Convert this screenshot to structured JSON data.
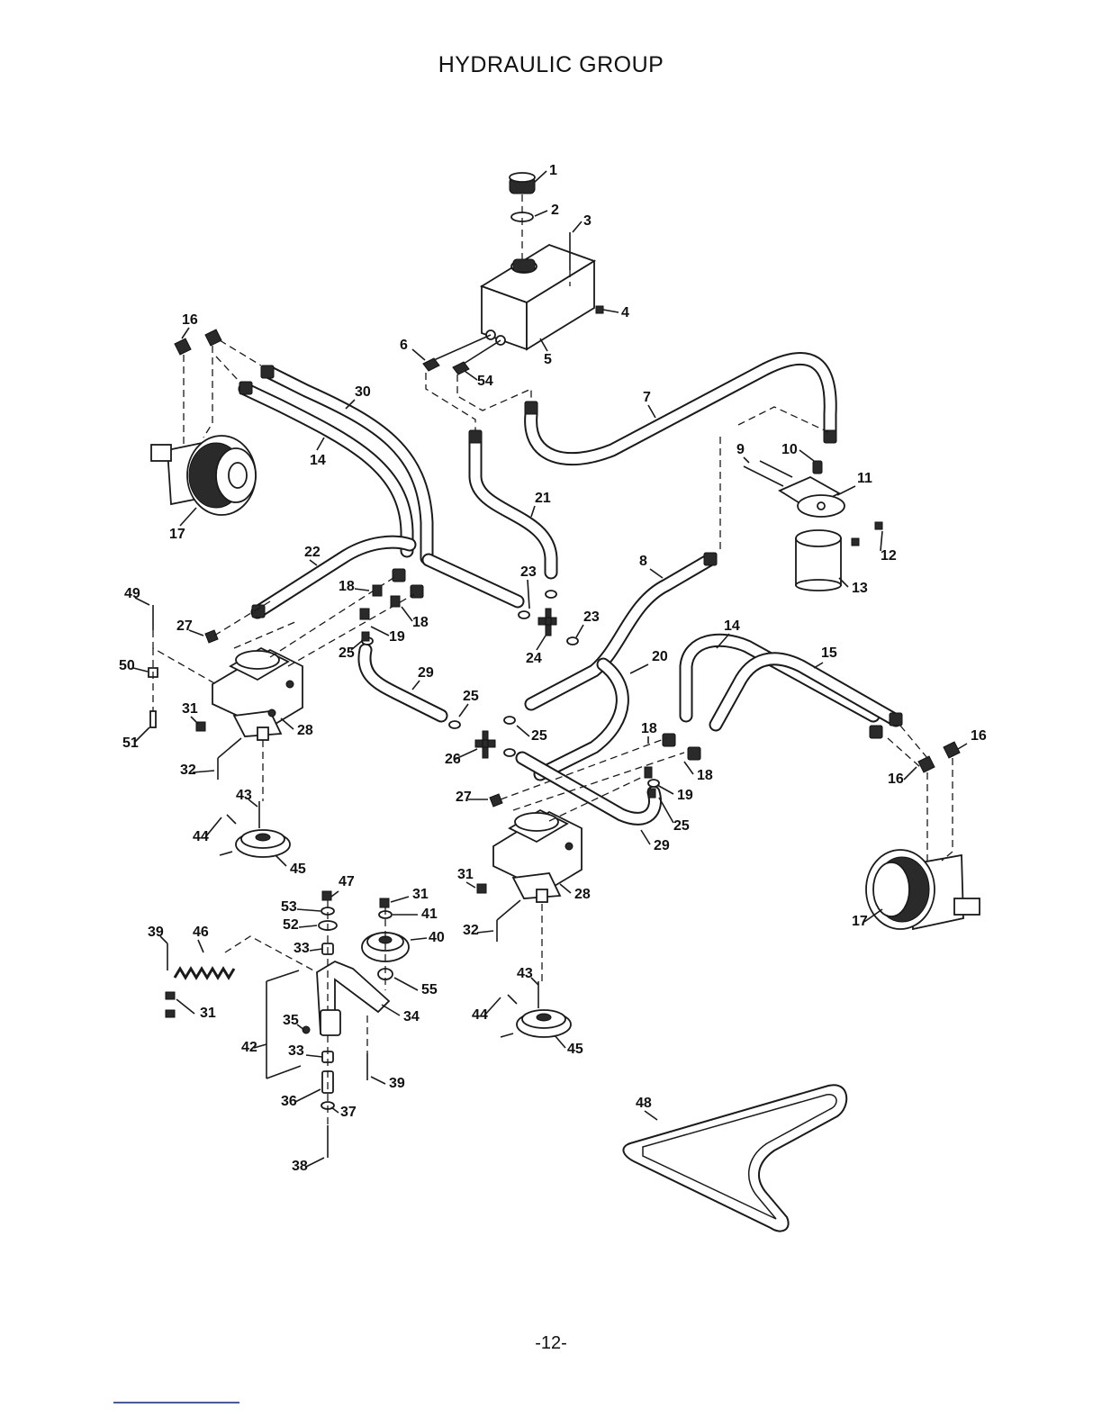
{
  "page": {
    "title": "HYDRAULIC GROUP",
    "page_number": "-12-"
  },
  "diagram": {
    "callouts": [
      {
        "id": "c1",
        "label": "1"
      },
      {
        "id": "c2",
        "label": "2"
      },
      {
        "id": "c3",
        "label": "3"
      },
      {
        "id": "c4",
        "label": "4"
      },
      {
        "id": "c5",
        "label": "5"
      },
      {
        "id": "c6",
        "label": "6"
      },
      {
        "id": "c54",
        "label": "54"
      },
      {
        "id": "c7",
        "label": "7"
      },
      {
        "id": "c16a",
        "label": "16"
      },
      {
        "id": "c30",
        "label": "30"
      },
      {
        "id": "c14a",
        "label": "14"
      },
      {
        "id": "c17a",
        "label": "17"
      },
      {
        "id": "c21",
        "label": "21"
      },
      {
        "id": "c9",
        "label": "9"
      },
      {
        "id": "c10",
        "label": "10"
      },
      {
        "id": "c11",
        "label": "11"
      },
      {
        "id": "c12",
        "label": "12"
      },
      {
        "id": "c13",
        "label": "13"
      },
      {
        "id": "c22",
        "label": "22"
      },
      {
        "id": "c8",
        "label": "8"
      },
      {
        "id": "c23a",
        "label": "23"
      },
      {
        "id": "c23b",
        "label": "23"
      },
      {
        "id": "c24",
        "label": "24"
      },
      {
        "id": "c49",
        "label": "49"
      },
      {
        "id": "c18a",
        "label": "18"
      },
      {
        "id": "c18b",
        "label": "18"
      },
      {
        "id": "c27a",
        "label": "27"
      },
      {
        "id": "c19a",
        "label": "19"
      },
      {
        "id": "c25a",
        "label": "25"
      },
      {
        "id": "c14b",
        "label": "14"
      },
      {
        "id": "c15",
        "label": "15"
      },
      {
        "id": "c50",
        "label": "50"
      },
      {
        "id": "c29a",
        "label": "29"
      },
      {
        "id": "c20",
        "label": "20"
      },
      {
        "id": "c25b",
        "label": "25"
      },
      {
        "id": "c31a",
        "label": "31"
      },
      {
        "id": "c28a",
        "label": "28"
      },
      {
        "id": "c51",
        "label": "51"
      },
      {
        "id": "c25c",
        "label": "25"
      },
      {
        "id": "c26",
        "label": "26"
      },
      {
        "id": "c18c",
        "label": "18"
      },
      {
        "id": "c16b",
        "label": "16"
      },
      {
        "id": "c16c",
        "label": "16"
      },
      {
        "id": "c32a",
        "label": "32"
      },
      {
        "id": "c18d",
        "label": "18"
      },
      {
        "id": "c19b",
        "label": "19"
      },
      {
        "id": "c43a",
        "label": "43"
      },
      {
        "id": "c27b",
        "label": "27"
      },
      {
        "id": "c25d",
        "label": "25"
      },
      {
        "id": "c44a",
        "label": "44"
      },
      {
        "id": "c29b",
        "label": "29"
      },
      {
        "id": "c45a",
        "label": "45"
      },
      {
        "id": "c47",
        "label": "47"
      },
      {
        "id": "c31b",
        "label": "31"
      },
      {
        "id": "c31c",
        "label": "31"
      },
      {
        "id": "c28b",
        "label": "28"
      },
      {
        "id": "c17b",
        "label": "17"
      },
      {
        "id": "c53",
        "label": "53"
      },
      {
        "id": "c41",
        "label": "41"
      },
      {
        "id": "c52",
        "label": "52"
      },
      {
        "id": "c32b",
        "label": "32"
      },
      {
        "id": "c39a",
        "label": "39"
      },
      {
        "id": "c46",
        "label": "46"
      },
      {
        "id": "c40",
        "label": "40"
      },
      {
        "id": "c33a",
        "label": "33"
      },
      {
        "id": "c43b",
        "label": "43"
      },
      {
        "id": "c55",
        "label": "55"
      },
      {
        "id": "c31d",
        "label": "31"
      },
      {
        "id": "c35",
        "label": "35"
      },
      {
        "id": "c34",
        "label": "34"
      },
      {
        "id": "c44b",
        "label": "44"
      },
      {
        "id": "c42",
        "label": "42"
      },
      {
        "id": "c33b",
        "label": "33"
      },
      {
        "id": "c45b",
        "label": "45"
      },
      {
        "id": "c39b",
        "label": "39"
      },
      {
        "id": "c36",
        "label": "36"
      },
      {
        "id": "c37",
        "label": "37"
      },
      {
        "id": "c48",
        "label": "48"
      },
      {
        "id": "c38",
        "label": "38"
      }
    ]
  }
}
